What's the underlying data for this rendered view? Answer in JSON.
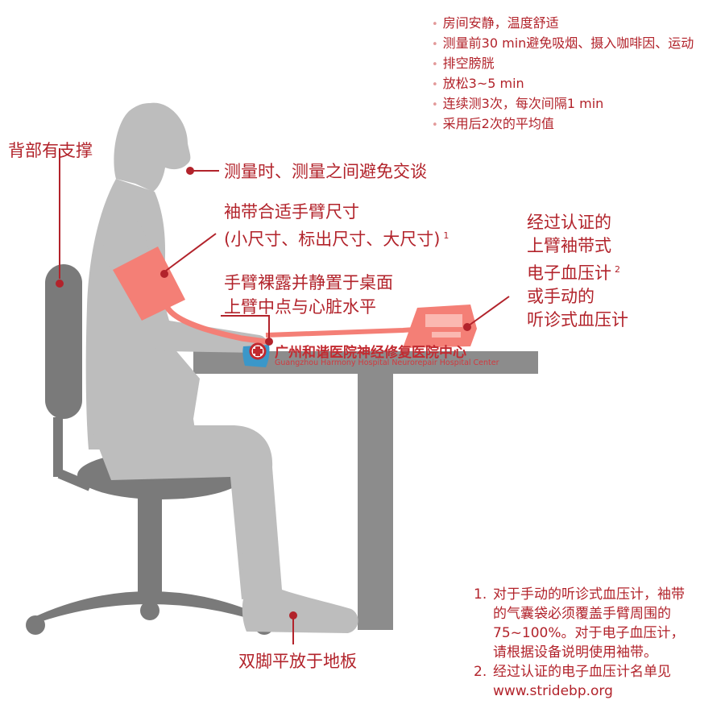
{
  "tips": [
    "房间安静，温度舒适",
    "测量前30 min避免吸烟、摄入咖啡因、运动",
    "排空膀胱",
    "放松3~5 min",
    "连续测3次，每次间隔1 min",
    "采用后2次的平均值"
  ],
  "labels": {
    "back": "背部有支撑",
    "talk": "测量时、测量之间避免交谈",
    "cuff": [
      "袖带合适手臂尺寸",
      "(小尺寸、标出尺寸、大尺寸)"
    ],
    "cuff_ref": "1",
    "arm": [
      "手臂裸露并静置于桌面",
      "上臂中点与心脏水平"
    ],
    "device": [
      "经过认证的",
      "上臂袖带式",
      "电子血压计",
      "或手动的",
      "听诊式血压计"
    ],
    "device_ref": "2",
    "feet": "双脚平放于地板"
  },
  "notes": [
    {
      "num": "1.",
      "lines": [
        "对于手动的听诊式血压计，袖带",
        "的气囊袋必须覆盖手臂周围的",
        "75~100%。对于电子血压计，",
        "请根据设备说明使用袖带。"
      ]
    },
    {
      "num": "2.",
      "lines": [
        "经过认证的电子血压计名单见",
        "www.stridebp.org"
      ]
    }
  ],
  "watermark": {
    "title": "广州和谐医院神经修复医院中心",
    "subtitle": "Guangzhou Harmony Hospital Neurorepair Hospital Center"
  },
  "colors": {
    "accent": "#b2232b",
    "cuff": "#f47f76",
    "figure": "#bdbdbd",
    "chair": "#7a7a7a",
    "desk": "#8c8c8c"
  }
}
